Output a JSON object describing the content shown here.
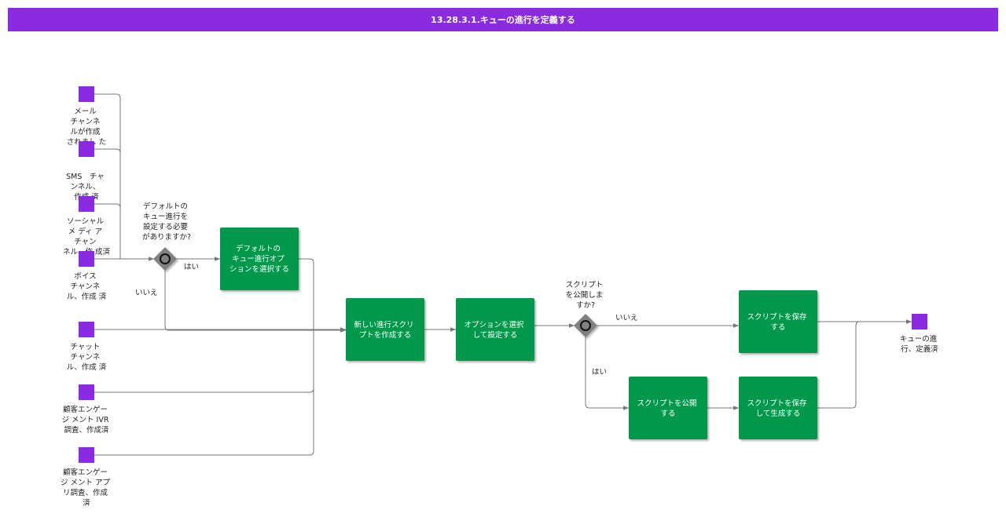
{
  "header": {
    "title": "13.28.3.1.キューの進行を定義する"
  },
  "start_events": [
    {
      "id": "mail",
      "lines": [
        "メール",
        "チャンネ",
        "ルが作成",
        "されまし た"
      ]
    },
    {
      "id": "sms",
      "lines": [
        "SMS　チャ",
        "ンネル、",
        "作成 済"
      ]
    },
    {
      "id": "social",
      "lines": [
        "ソーシャル",
        "メ ディ ア",
        "チャン",
        "ネル、作 成済"
      ]
    },
    {
      "id": "voice",
      "lines": [
        "ボイス",
        "チャンネ",
        "ル、作成 済"
      ]
    },
    {
      "id": "chat",
      "lines": [
        "チャット",
        "チャンネ",
        "ル、作成 済"
      ]
    },
    {
      "id": "ivr",
      "lines": [
        "顧客エンゲー",
        "ジ メント IVR",
        "調査、作成済"
      ]
    },
    {
      "id": "app",
      "lines": [
        "顧客エンゲー",
        "ジ メント アプ",
        "リ調査、作成",
        "済"
      ]
    }
  ],
  "gateways": [
    {
      "id": "gw1",
      "question_lines": [
        "デフォルトの",
        "キュー進行を",
        "設定する必要",
        "がありますか?"
      ],
      "yes_label": "はい",
      "no_label": "いいえ"
    },
    {
      "id": "gw2",
      "question_lines": [
        "スクリプト",
        "を公開しま",
        "すか?"
      ],
      "yes_label": "はい",
      "no_label": "いいえ"
    }
  ],
  "tasks": [
    {
      "id": "default",
      "lines": [
        "デフォルトの",
        "キュー進行オプ",
        "ションを選択する"
      ]
    },
    {
      "id": "new_script",
      "lines": [
        "新しい進行スクリ",
        "プトを作成する"
      ]
    },
    {
      "id": "options",
      "lines": [
        "オプションを選択",
        "して設定する"
      ]
    },
    {
      "id": "save1",
      "lines": [
        "スクリプトを保存",
        "する"
      ]
    },
    {
      "id": "publish",
      "lines": [
        "スクリプトを公開",
        "する"
      ]
    },
    {
      "id": "save_gen",
      "lines": [
        "スクリプトを保存",
        "して生成する"
      ]
    }
  ],
  "end_event": {
    "lines": [
      "キューの進",
      "行、定義済"
    ]
  },
  "colors": {
    "header": "#8a2be2",
    "event": "#8a2be2",
    "task": "#00994c",
    "gateway": "#808080",
    "edge": "#777777"
  }
}
